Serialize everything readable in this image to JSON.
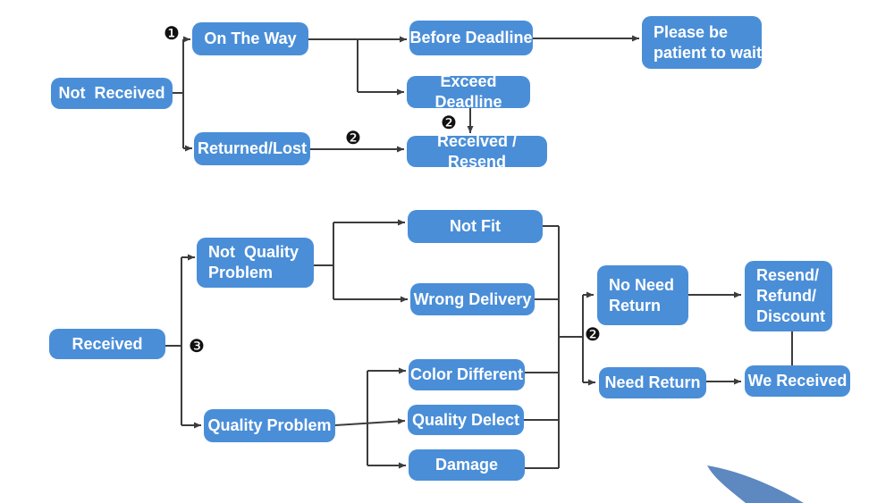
{
  "theme": {
    "box_bg": "#4a8ed8",
    "text_color": "#ffffff",
    "line_color": "#3c3c3c",
    "marker_color": "#111111",
    "swoosh_color": "#5d88c0"
  },
  "flowchart": {
    "top": {
      "not_received": "Not  Received",
      "on_the_way": "On The Way",
      "returned_lost": "Returned/Lost",
      "before_deadline": "Before Deadline",
      "exceed_deadline": "Exceed Deadline",
      "received_resend": "Recelved / Resend",
      "please_wait": "Please be\npatient to wait"
    },
    "bottom": {
      "received": "Received",
      "not_quality_problem": "Not  Quality\nProblem",
      "quality_problem": "Quality Problem",
      "not_fit": "Not Fit",
      "wrong_delivery": "Wrong Delivery",
      "color_different": "Color Different",
      "quality_delect": "Quality Delect",
      "damage": "Damage",
      "no_need_return": "No Need\nReturn",
      "need_return": "Need Return",
      "resend_refund_discount": "Resend/\nRefund/\nDiscount",
      "we_received": "We Received"
    },
    "step_markers": {
      "step1": "❶",
      "step2_returned": "❷",
      "step2_deadline": "❷",
      "step2_branch": "❷",
      "step3": "❸"
    }
  }
}
